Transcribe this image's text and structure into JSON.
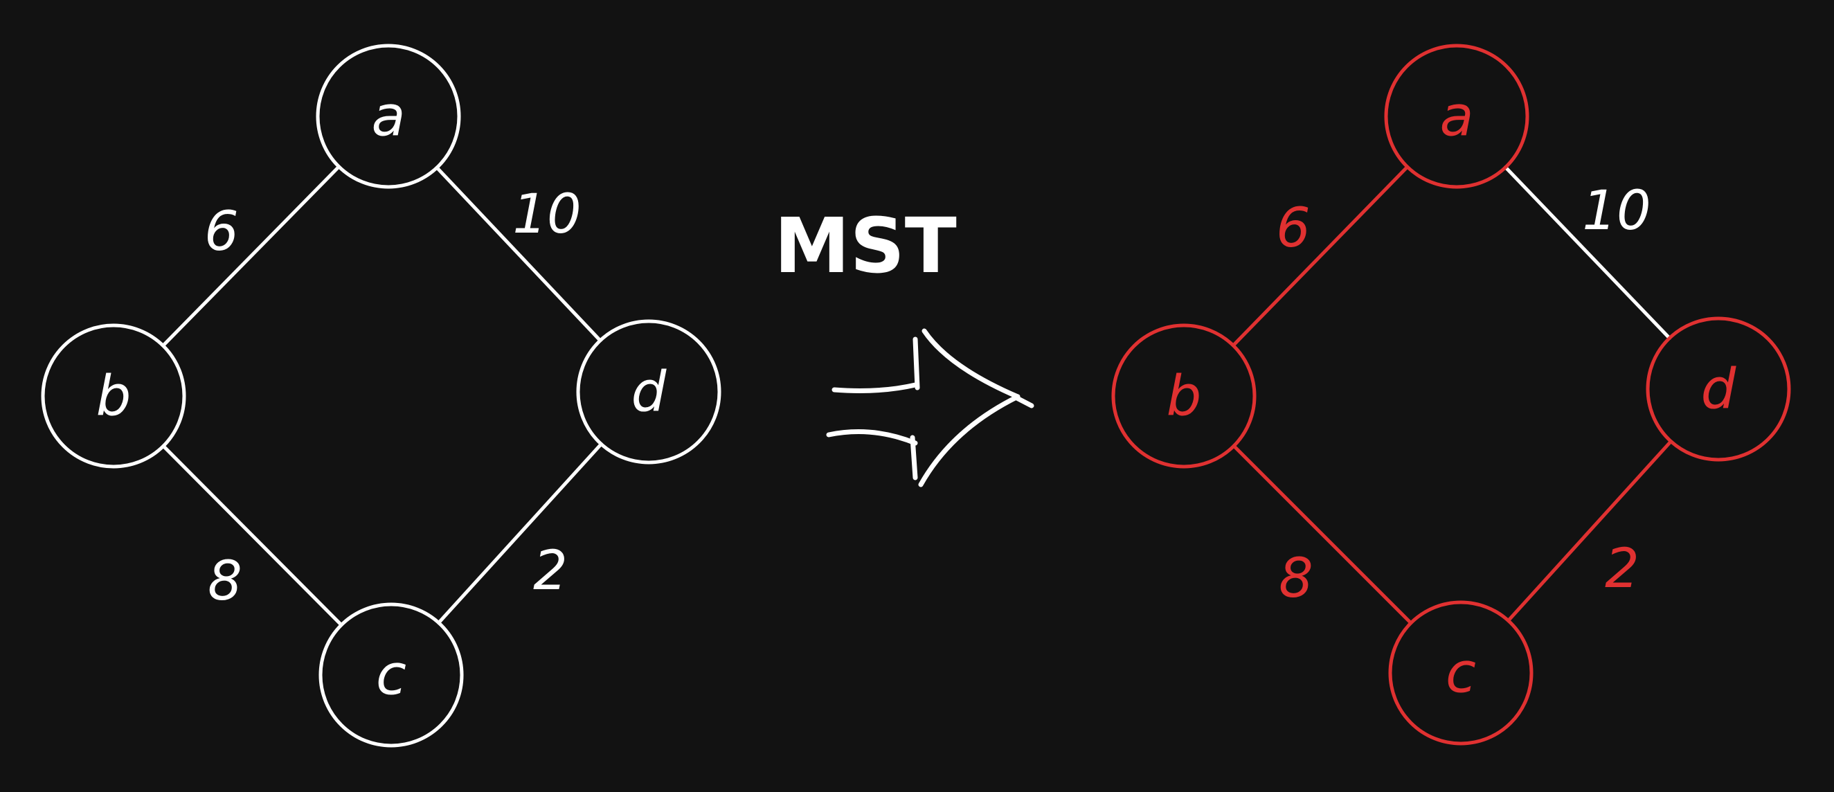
{
  "colors": {
    "background": "#121212",
    "default": "#ffffff",
    "highlight": "#e03131"
  },
  "transform": {
    "label": "MST",
    "arrow_icon": "arrow-right-icon"
  },
  "graphs": [
    {
      "id": "input",
      "nodes": [
        {
          "id": "a",
          "label": "a",
          "highlighted": false
        },
        {
          "id": "b",
          "label": "b",
          "highlighted": false
        },
        {
          "id": "c",
          "label": "c",
          "highlighted": false
        },
        {
          "id": "d",
          "label": "d",
          "highlighted": false
        }
      ],
      "edges": [
        {
          "from": "a",
          "to": "b",
          "weight": "6",
          "highlighted": false
        },
        {
          "from": "a",
          "to": "d",
          "weight": "10",
          "highlighted": false
        },
        {
          "from": "b",
          "to": "c",
          "weight": "8",
          "highlighted": false
        },
        {
          "from": "c",
          "to": "d",
          "weight": "2",
          "highlighted": false
        }
      ]
    },
    {
      "id": "mst",
      "nodes": [
        {
          "id": "a",
          "label": "a",
          "highlighted": true
        },
        {
          "id": "b",
          "label": "b",
          "highlighted": true
        },
        {
          "id": "c",
          "label": "c",
          "highlighted": true
        },
        {
          "id": "d",
          "label": "d",
          "highlighted": true
        }
      ],
      "edges": [
        {
          "from": "a",
          "to": "b",
          "weight": "6",
          "highlighted": true
        },
        {
          "from": "a",
          "to": "d",
          "weight": "10",
          "highlighted": false
        },
        {
          "from": "b",
          "to": "c",
          "weight": "8",
          "highlighted": true
        },
        {
          "from": "c",
          "to": "d",
          "weight": "2",
          "highlighted": true
        }
      ]
    }
  ]
}
